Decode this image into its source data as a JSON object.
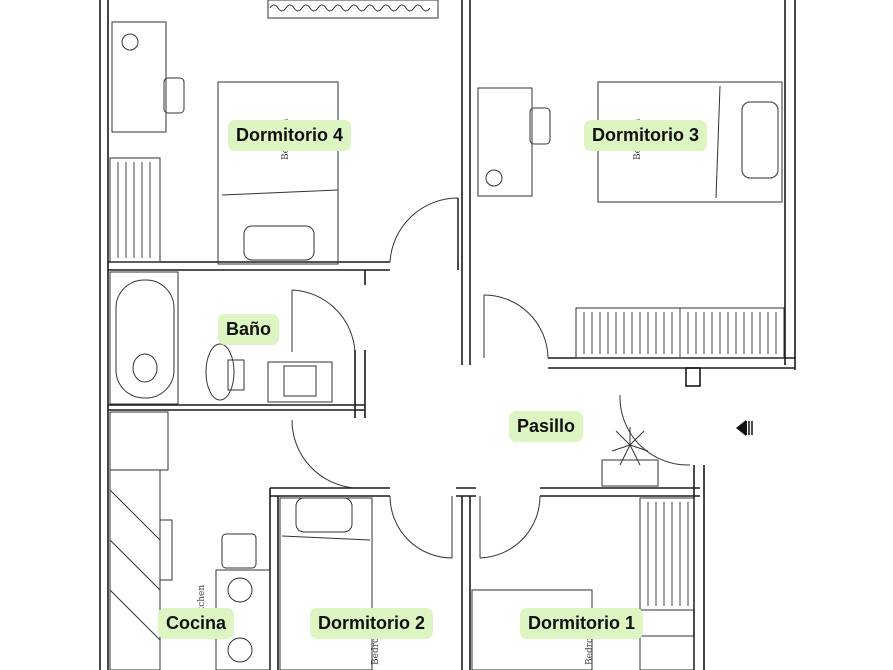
{
  "rooms": [
    {
      "id": "dormitorio-4",
      "label": "Dormitorio 4"
    },
    {
      "id": "dormitorio-3",
      "label": "Dormitorio 3"
    },
    {
      "id": "bano",
      "label": "Baño"
    },
    {
      "id": "pasillo",
      "label": "Pasillo"
    },
    {
      "id": "cocina",
      "label": "Cocina"
    },
    {
      "id": "dormitorio-2",
      "label": "Dormitorio 2"
    },
    {
      "id": "dormitorio-1",
      "label": "Dormitorio 1"
    }
  ],
  "colors": {
    "label_bg": "#ddf5c2",
    "wall": "#1a1a1a"
  }
}
